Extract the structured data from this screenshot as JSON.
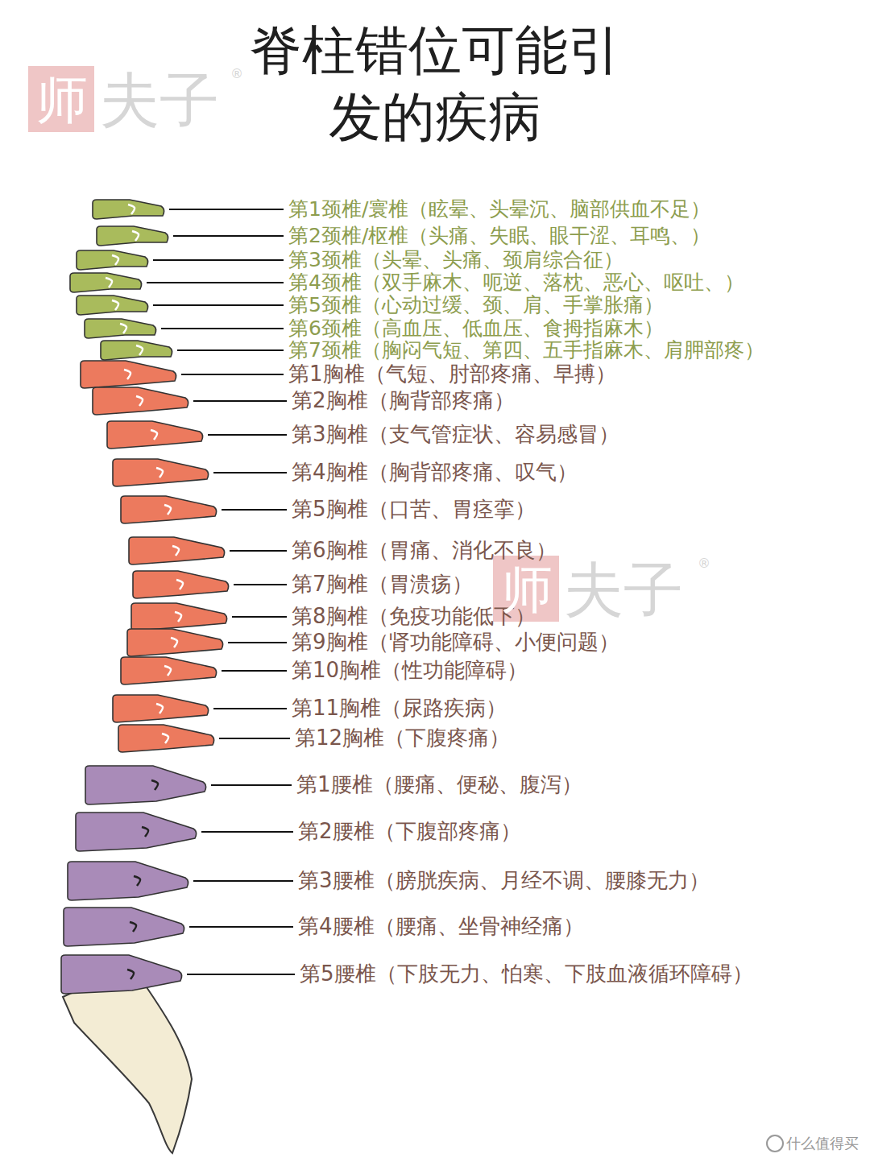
{
  "diagram": {
    "title": "脊柱错位可能引发的疾病",
    "labels": [
      "第1颈椎/寰椎（眩晕、头晕沉、脑部供血不足）",
      "第2颈椎/枢椎（头痛、失眠、眼干涩、耳鸣、）",
      "第3颈椎（头晕、头痛、颈肩综合征）",
      "第4颈椎（双手麻木、呃逆、落枕、恶心、呕吐、）",
      "第5颈椎（心动过缓、颈、肩、手掌胀痛）",
      "第6颈椎（高血压、低血压、食拇指麻木）",
      "第7颈椎（胸闷气短、第四、五手指麻木、肩胛部疼）",
      "第1胸椎（气短、肘部疼痛、早搏）",
      "第2胸椎（胸背部疼痛）",
      "第3胸椎（支气管症状、容易感冒）",
      "第4胸椎（胸背部疼痛、叹气）",
      "第5胸椎（口苦、胃痉挛）",
      "第6胸椎（胃痛、消化不良）",
      "第7胸椎（胃溃疡）",
      "第8胸椎（免疫功能低下）",
      "第9胸椎（肾功能障碍、小便问题）",
      "第10胸椎（性功能障碍）",
      "第11胸椎（尿路疾病）",
      "第12胸椎（下腹疼痛）",
      "第1腰椎（腰痛、便秘、腹泻）",
      "第2腰椎（下腹部疼痛）",
      "第3腰椎（膀胱疾病、月经不调、腰膝无力）",
      "第4腰椎（腰痛、坐骨神经痛）",
      "第5腰椎（下肢无力、怕寒、下肢血液循环障碍）",
      "师",
      "夫子",
      "®",
      "师",
      "夫子",
      "®",
      "什么值得买"
    ]
  }
}
